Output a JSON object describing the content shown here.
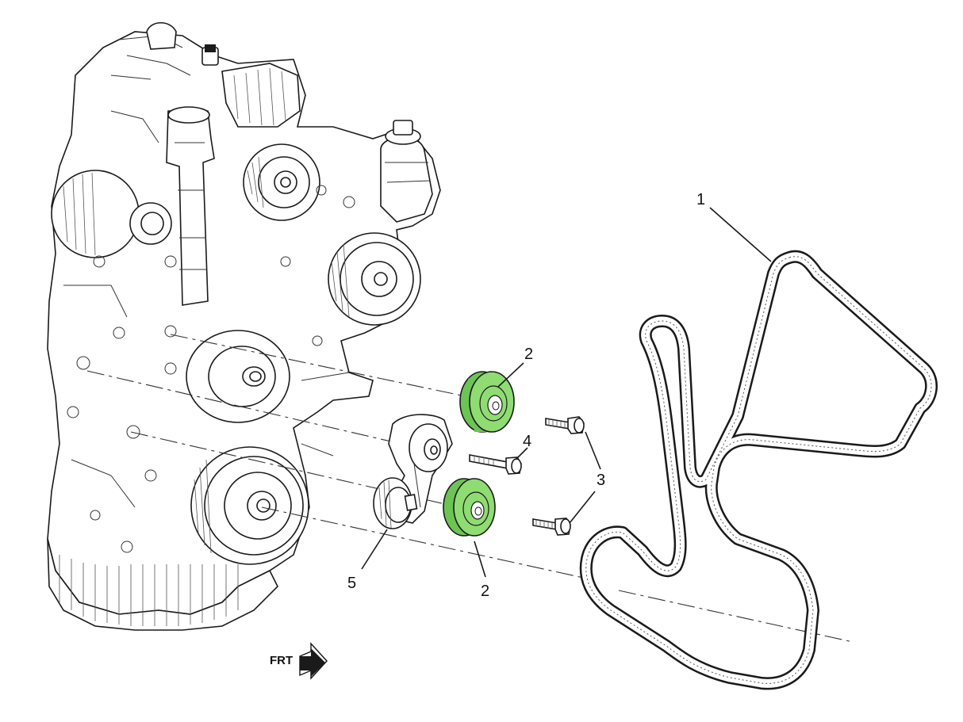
{
  "colors": {
    "highlight": "#8fdc73",
    "highlight_dark": "#6cc455",
    "line": "#1a1a1a",
    "background": "#ffffff"
  },
  "callouts": {
    "belt": "1",
    "idler_upper": "2",
    "idler_lower": "2",
    "bolts": "3",
    "tensioner_bolt": "4",
    "tensioner": "5"
  },
  "direction_marker": {
    "label": "FRT",
    "icon": "arrow-right-icon"
  }
}
